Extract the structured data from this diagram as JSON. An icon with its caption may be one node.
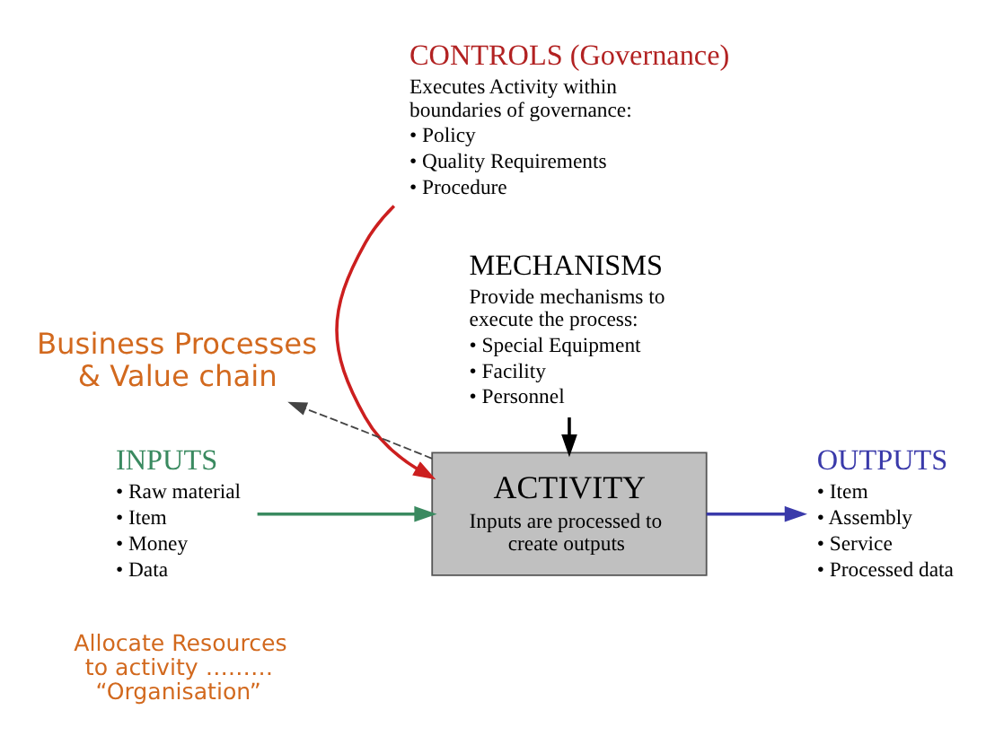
{
  "diagram": {
    "nodes": [
      {
        "text": [
          "Business Processes & Value chain"
        ]
      },
      {
        "text": [
          "CONTROLS (Governance)",
          "Executes Activity within boundaries of governance:",
          "• Policy",
          "• Quality Requirements",
          "• Procedure"
        ]
      },
      {
        "text": [
          "INPUTS",
          "• Raw material",
          "• Item",
          "• Money",
          "• Data"
        ]
      },
      {
        "text": [
          "ACTIVITY",
          "Inputs are processed to create outputs"
        ]
      },
      {
        "text": [
          "OUTPUTS",
          "• Item",
          "• Assembly",
          "• Service",
          "• Processed data"
        ]
      },
      {
        "text": [
          "MECHANISMS",
          "Provide mechanisms to execute the process:",
          "• Special Equipment",
          "• Facility",
          "• Personnel"
        ]
      }
    ],
    "edges": [
      {
        "from": 2,
        "to": 3,
        "arrow": "to",
        "color": "#3a8a60"
      },
      {
        "from": 1,
        "to": 3,
        "arrow": "to",
        "color": "#cc1f1f"
      },
      {
        "from": 3,
        "to": 4,
        "arrow": "to",
        "color": "#3a3aaa"
      },
      {
        "from": 5,
        "to": 3,
        "arrow": "to",
        "color": "#000000"
      },
      {
        "from": 3,
        "to": 0,
        "arrow": "to",
        "style": "dashed",
        "color": "#444444"
      }
    ],
    "labels": [
      "Allocate Resources to activity ……… “Organisation”"
    ]
  }
}
